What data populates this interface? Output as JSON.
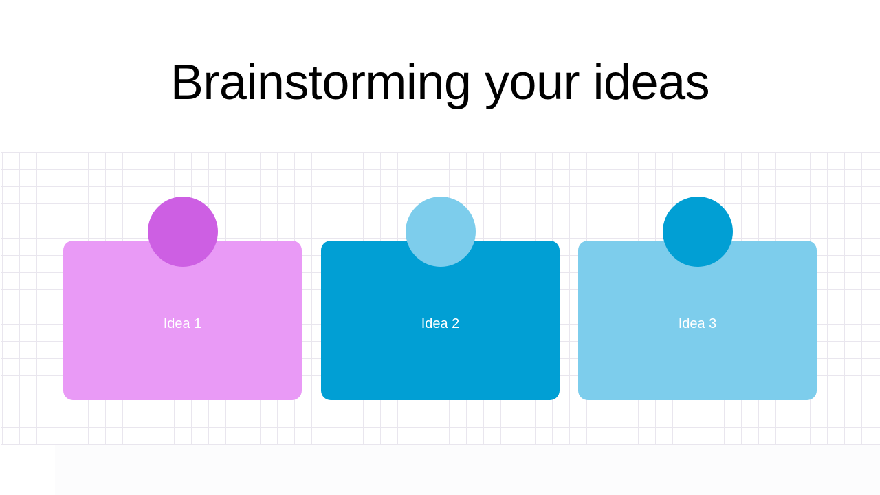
{
  "slide": {
    "title": "Brainstorming your ideas"
  },
  "colors": {
    "background": "#ffffff",
    "grid_line": "#e9e6ee",
    "title_text": "#000000",
    "card_text": "#ffffff",
    "pink_light": "#e99af6",
    "pink_dark": "#cd5fe3",
    "blue_dark": "#019fd4",
    "blue_light": "#7dcdec"
  },
  "ideas": [
    {
      "label": "Idea 1",
      "card_color": "#e99af6",
      "circle_color": "#cd5fe3"
    },
    {
      "label": "Idea 2",
      "card_color": "#019fd4",
      "circle_color": "#7dcdec"
    },
    {
      "label": "Idea 3",
      "card_color": "#7dcdec",
      "circle_color": "#019fd4"
    }
  ]
}
